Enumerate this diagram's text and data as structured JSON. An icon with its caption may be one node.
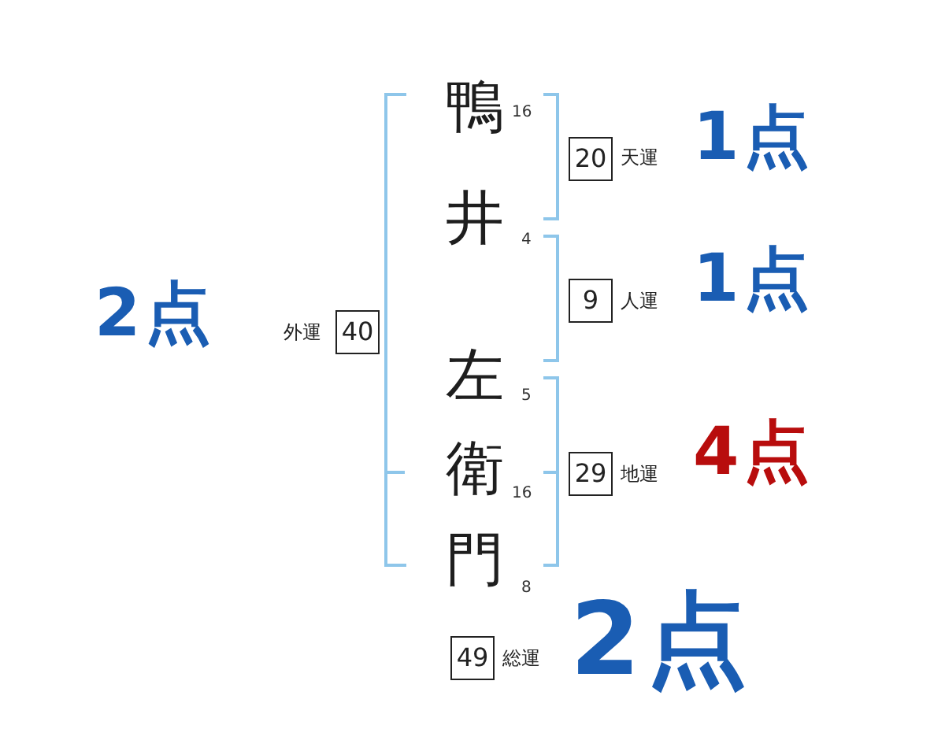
{
  "diagram": {
    "nodes": [
      {
        "text": [
          "20"
        ],
        "beside": [
          "天運",
          "1点"
        ]
      },
      {
        "text": [
          "9"
        ],
        "beside": [
          "人運",
          "1点"
        ]
      },
      {
        "text": [
          "40"
        ],
        "beside": [
          "外運",
          "2点"
        ]
      },
      {
        "text": [
          "29"
        ],
        "beside": [
          "地運",
          "4点"
        ]
      },
      {
        "text": [
          "49"
        ],
        "beside": [
          "総運",
          "2点"
        ]
      }
    ],
    "labels": [
      "鴨",
      "16",
      "井",
      "4",
      "左",
      "5",
      "衛",
      "16",
      "門",
      "8"
    ]
  }
}
